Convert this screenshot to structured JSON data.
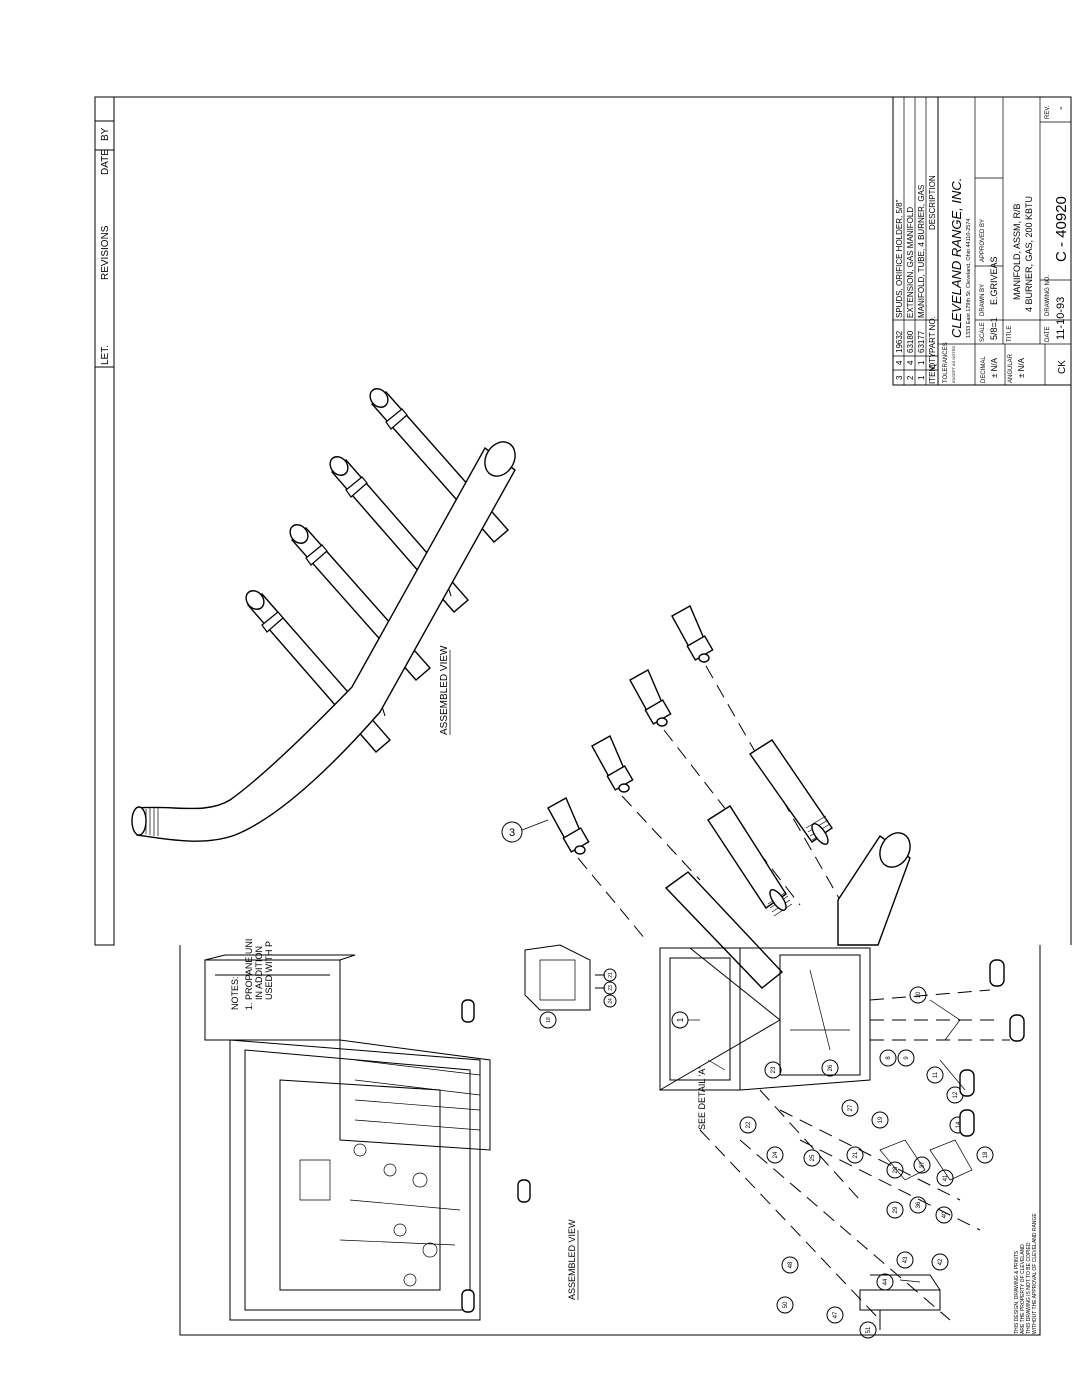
{
  "revisions": {
    "let_label": "LET.",
    "revisions_label": "REVISIONS",
    "date_label": "DATE",
    "by_label": "BY"
  },
  "parts_list": {
    "header": [
      "ITEM",
      "QTY",
      "PART NO.",
      "DESCRIPTION"
    ],
    "rows": [
      {
        "item": "3",
        "qty": "4",
        "part_no": "19632",
        "description": "SPUDS, ORIFICE HOLDER, 5/8\""
      },
      {
        "item": "2",
        "qty": "4",
        "part_no": "63180",
        "description": "EXTENSION, GAS MANIFOLD"
      },
      {
        "item": "1",
        "qty": "1",
        "part_no": "63177",
        "description": "MANIFOLD, TUBE, 4 BURNER, GAS"
      }
    ]
  },
  "title_block": {
    "tolerances_label": "TOLERANCES",
    "except_note": "EXCEPT AS NOTED",
    "decimal_label": "DECIMAL",
    "decimal_value": "± N/A",
    "angular_label": "ANGULAR",
    "angular_value": "± N/A",
    "ck_label": "CK",
    "company": "CLEVELAND RANGE, INC.",
    "address": "1333 East 179th St. Cleveland, Ohio 44110-2574",
    "scale_label": "SCALE",
    "scale_value": "5/8=1",
    "drawn_by_label": "DRAWN BY",
    "drawn_by_value": "E.GRIVEAS",
    "approved_by_label": "APPROVED BY",
    "title_label": "TITLE",
    "title_line1": "MANIFOLD, ASSM, R/B",
    "title_line2": "4 BURNER, GAS, 200 KBTU",
    "date_label": "DATE",
    "date_value": "11-10-93",
    "drawing_no_label": "DRAWING NO.",
    "drawing_no_value": "C - 40920",
    "rev_label": "REV.",
    "rev_value": "-"
  },
  "upper_drawing": {
    "assembled_view_label": "ASSEMBLED VIEW",
    "balloon_label": "3"
  },
  "lower_drawing": {
    "notes_title": "NOTES:",
    "note_lines": [
      "1.  PROPANE UNI",
      "IN ADDITION",
      "USED WITH P"
    ],
    "assembled_view_label": "ASSEMBLED VIEW",
    "see_detail_label": "SEE DETAIL 'A'",
    "callouts": [
      "1",
      "8",
      "9",
      "10",
      "11",
      "12",
      "14",
      "18",
      "19",
      "21",
      "22",
      "23",
      "24",
      "25",
      "26",
      "27",
      "28",
      "29",
      "36",
      "37",
      "40",
      "41",
      "42",
      "43",
      "44",
      "47",
      "48",
      "50",
      "51",
      "52",
      "53",
      "57",
      "61"
    ],
    "proprietary_note": [
      "THIS DESIGN, DRAWING & PRINTS",
      "ARE THE PROPERTY OF CLEVELAND",
      "THIS DRAWING IS NOT TO BE COPIED",
      "WITHOUT THE APPROVAL OF CLEVELAND RANGE"
    ]
  }
}
